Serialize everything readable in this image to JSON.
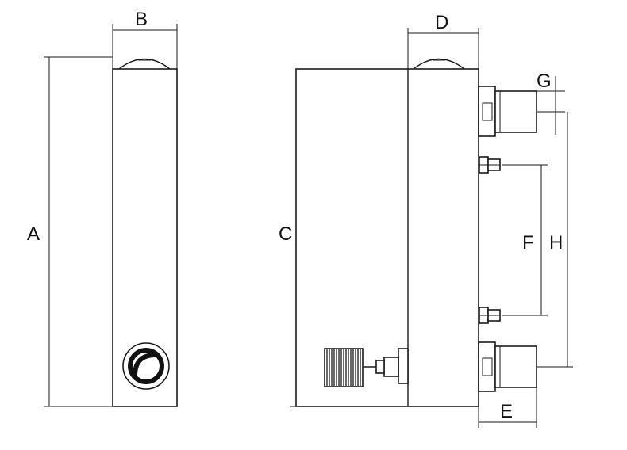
{
  "diagram": {
    "type": "dimension-drawing",
    "labels": {
      "A": "A",
      "B": "B",
      "C": "C",
      "D": "D",
      "E": "E",
      "F": "F",
      "G": "G",
      "H": "H"
    }
  }
}
